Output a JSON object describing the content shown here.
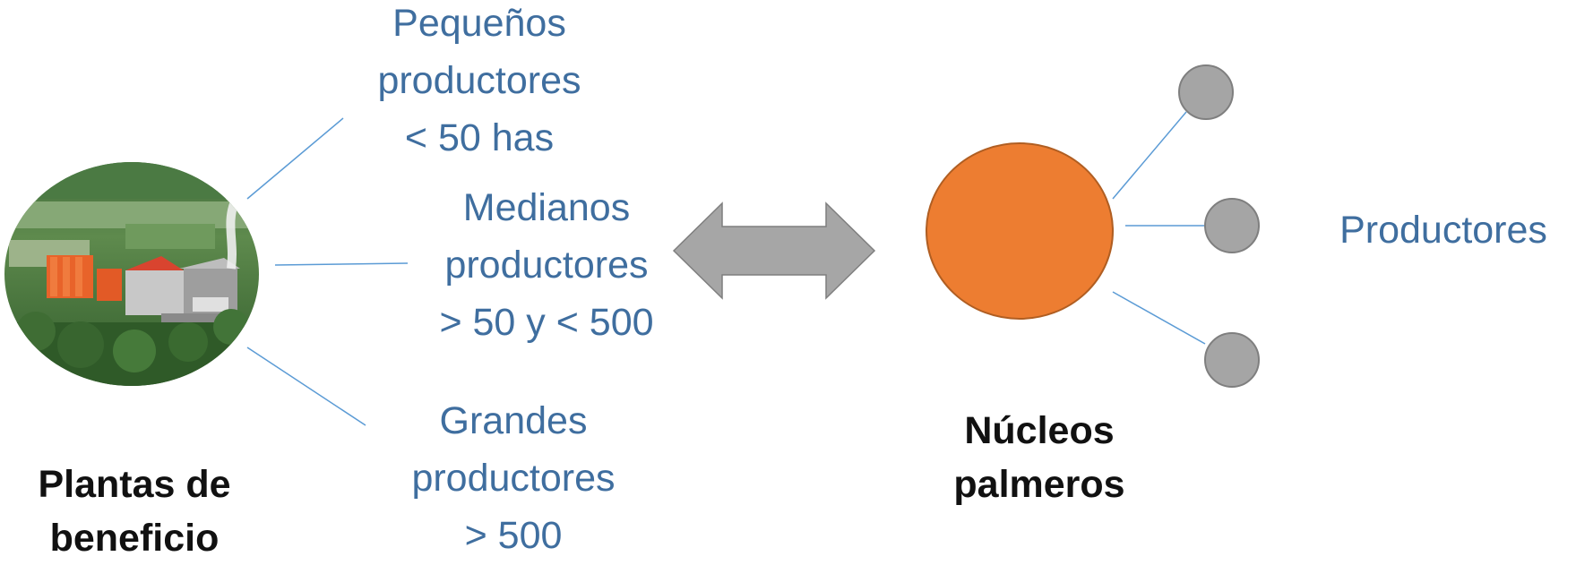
{
  "left_node": {
    "caption": [
      "Plantas de",
      "beneficio"
    ],
    "image_icon": "palm-oil-plant-photo"
  },
  "branches": [
    {
      "label": [
        "Pequeños",
        "productores",
        "< 50 has"
      ]
    },
    {
      "label": [
        "Medianos",
        "productores",
        "> 50 y < 500"
      ]
    },
    {
      "label": [
        "Grandes",
        "productores",
        "> 500"
      ]
    }
  ],
  "connector": {
    "icon": "double-arrow-icon",
    "color": "#A6A6A6"
  },
  "right_node": {
    "caption": [
      "Núcleos",
      "palmeros"
    ],
    "color": "#ED7D31"
  },
  "satellites": {
    "count": 3,
    "color": "#A5A5A5",
    "label": "Productores"
  },
  "colors": {
    "text_blue": "#3F6E9F",
    "line_blue": "#5B9BD5"
  }
}
